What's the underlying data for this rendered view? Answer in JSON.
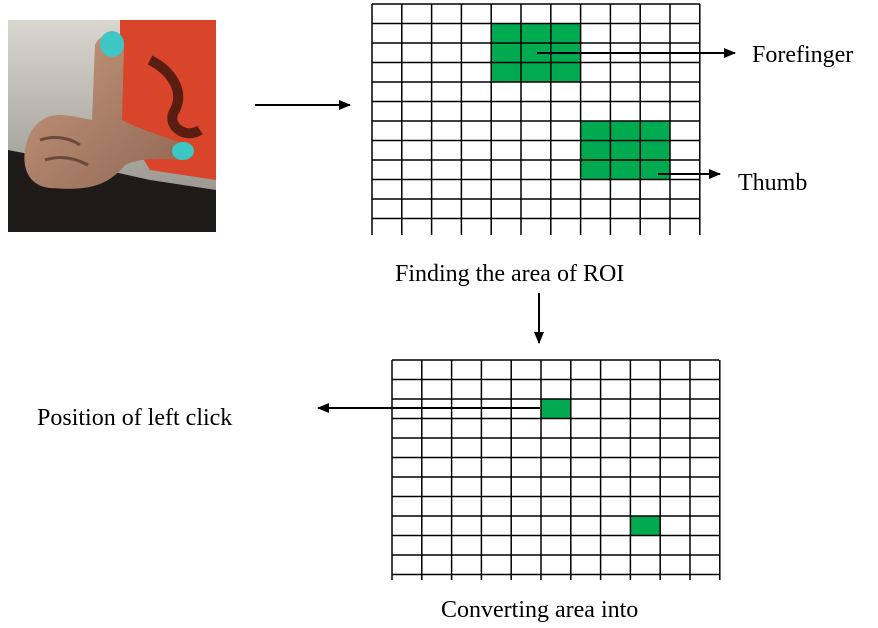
{
  "labels": {
    "forefinger": "Forefinger",
    "thumb": "Thumb",
    "finding_roi": "Finding the area of ROI",
    "left_click": "Position of left click",
    "converting": "Converting area into"
  },
  "photo": {
    "description_icon": "hand-gesture-photo",
    "fingertip_color": "#3ec6c4",
    "shirt_color": "#d8452a"
  },
  "colors": {
    "highlight": "#00aa50",
    "line": "#000000"
  },
  "grid_top": {
    "cols": 11,
    "rows": 11,
    "highlights": [
      {
        "name": "forefinger-region",
        "col": 4,
        "row": 1,
        "w": 3,
        "h": 3
      },
      {
        "name": "thumb-region",
        "col": 7,
        "row": 6,
        "w": 3,
        "h": 3
      }
    ]
  },
  "grid_bottom": {
    "cols": 11,
    "rows": 11,
    "highlights": [
      {
        "name": "left-click-cell",
        "col": 5,
        "row": 2,
        "w": 1,
        "h": 1
      },
      {
        "name": "thumb-click-cell",
        "col": 8,
        "row": 8,
        "w": 1,
        "h": 1
      }
    ]
  }
}
